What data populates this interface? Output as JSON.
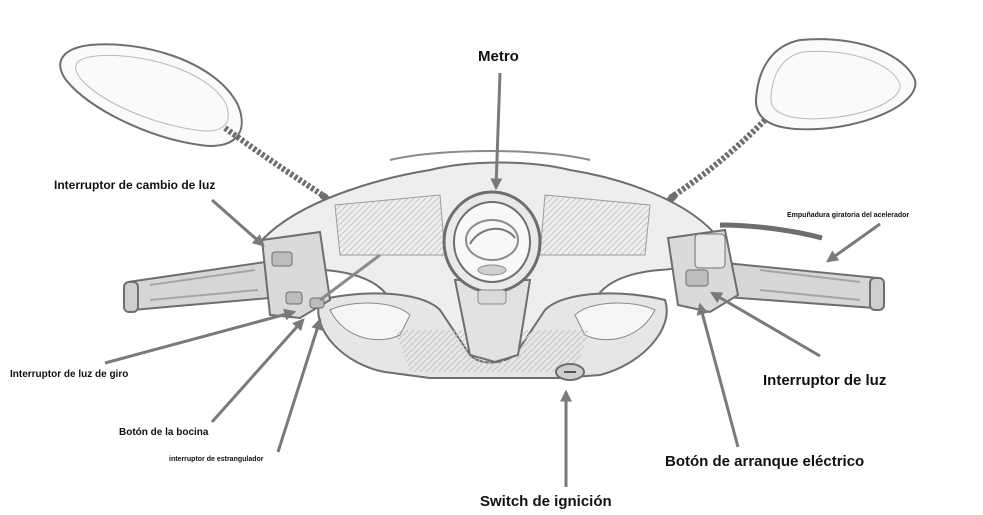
{
  "labels": {
    "metro": "Metro",
    "cambio_luz": "Interruptor de cambio de luz",
    "acelerador": "Empuñadura giratoria del acelerador",
    "luz_giro": "Interruptor de luz de giro",
    "luz": "Interruptor de luz",
    "bocina": "Botón de la bocina",
    "estrangulador": "interruptor de estrangulador",
    "arranque": "Botón de arranque eléctrico",
    "ignicion": "Switch de ignición"
  },
  "colors": {
    "arrow": "#7a7a7a",
    "line_art": "#6e6e6e",
    "shade": "#d2d2d2",
    "text": "#111111"
  }
}
